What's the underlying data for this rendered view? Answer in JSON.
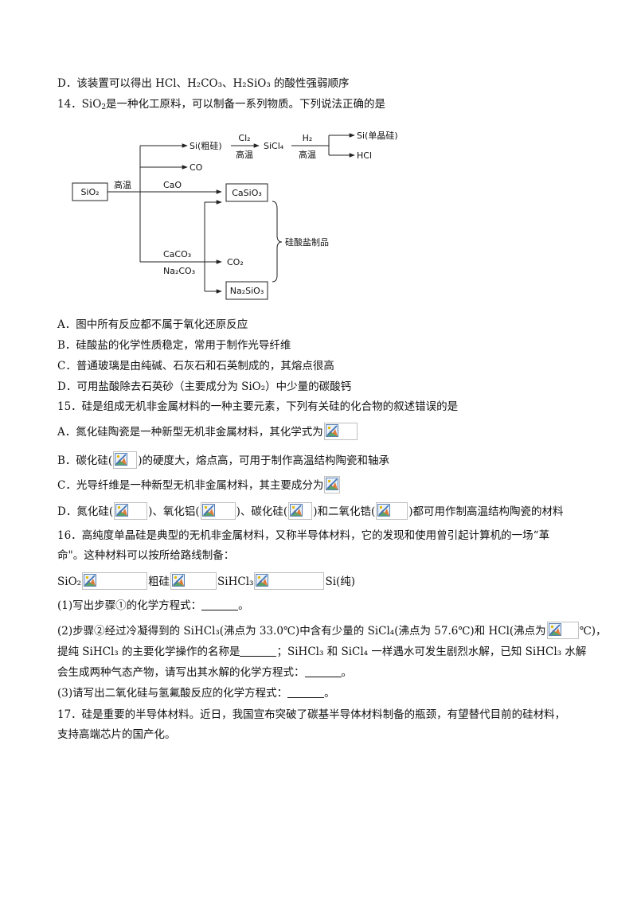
{
  "q13": {
    "option_d": "D．该装置可以得出 HCl、H₂CO₃、H₂SiO₃ 的酸性强弱顺序"
  },
  "q14": {
    "stem_pre": "14．SiO",
    "stem_sub": "2",
    "stem_post": "是一种化工原料，可以制备一系列物质。下列说法正确的是",
    "diagram": {
      "sio2": "SiO₂",
      "high_temp_1": "高温",
      "si_crude": "Si(粗硅)",
      "cl2": "Cl₂",
      "high_temp_2": "高温",
      "sicl4": "SiCl₄",
      "h2": "H₂",
      "high_temp_3": "高温",
      "si_single": "Si(单晶硅)",
      "hcl": "HCl",
      "co": "CO",
      "cao": "CaO",
      "casio3": "CaSiO₃",
      "caco3": "CaCO₃",
      "co2": "CO₂",
      "na2co3": "Na₂CO₃",
      "na2sio3": "Na₂SiO₃",
      "silicate": "硅酸盐制品"
    },
    "option_a": "A．图中所有反应都不属于氧化还原反应",
    "option_b": "B．硅酸盐的化学性质稳定，常用于制作光导纤维",
    "option_c": "C．普通玻璃是由纯碱、石灰石和石英制成的，其熔点很高",
    "option_d": "D．可用盐酸除去石英砂（主要成分为 SiO₂）中少量的碳酸钙"
  },
  "q15": {
    "stem": "15．硅是组成无机非金属材料的一种主要元素，下列有关硅的化合物的叙述错误的是",
    "a_text": "A．氮化硅陶瓷是一种新型无机非金属材料，其化学式为",
    "b_pre": "B．碳化硅(",
    "b_post": ")的硬度大，熔点高，可用于制作高温结构陶瓷和轴承",
    "c_text": "C．光导纤维是一种新型无机非金属材料，其主要成分为",
    "d_pre": "D．氮化硅(",
    "d_mid1": ")、氧化铝(",
    "d_mid2": ")、碳化硅(",
    "d_mid3": ")和二氧化锆(",
    "d_post": ")都可用作制高温结构陶瓷的材料"
  },
  "q16": {
    "stem_line1": "16．高纯度单晶硅是典型的无机非金属材料，又称半导体材料，它的发现和使用曾引起计算机的一场“革",
    "stem_line2": "命\"。这种材料可以按所给路线制备：",
    "route_sio2": "SiO₂",
    "route_crude": "粗硅",
    "route_sihcl3": "SiHCl₃",
    "route_pure": "Si(纯)",
    "p1_pre": "(1)写出步骤①的化学方程式：",
    "p1_post": "。",
    "p2_pre": "(2)步骤②经过冷凝得到的 SiHCl₃(沸点为 33.0℃)中含有少量的 SiCl₄(沸点为 57.6℃)和 HCl(沸点为",
    "p2_post": "℃)，",
    "p2_line2_pre": "提纯 SiHCl₃ 的主要化学操作的名称是",
    "p2_line2_post": "；SiHCl₃ 和 SiCl₄ 一样遇水可发生剧烈水解，已知 SiHCl₃ 水解",
    "p2_line3_pre": "会生成两种气态产物，请写出其水解的化学方程式：",
    "p2_line3_post": "。",
    "p3_pre": "(3)请写出二氧化硅与氢氟酸反应的化学方程式：",
    "p3_post": "。"
  },
  "q17": {
    "line1": "17．硅是重要的半导体材料。近日，我国宣布突破了碳基半导体材料制备的瓶颈，有望替代目前的硅材料，",
    "line2": "支持高端芯片的国产化。"
  }
}
